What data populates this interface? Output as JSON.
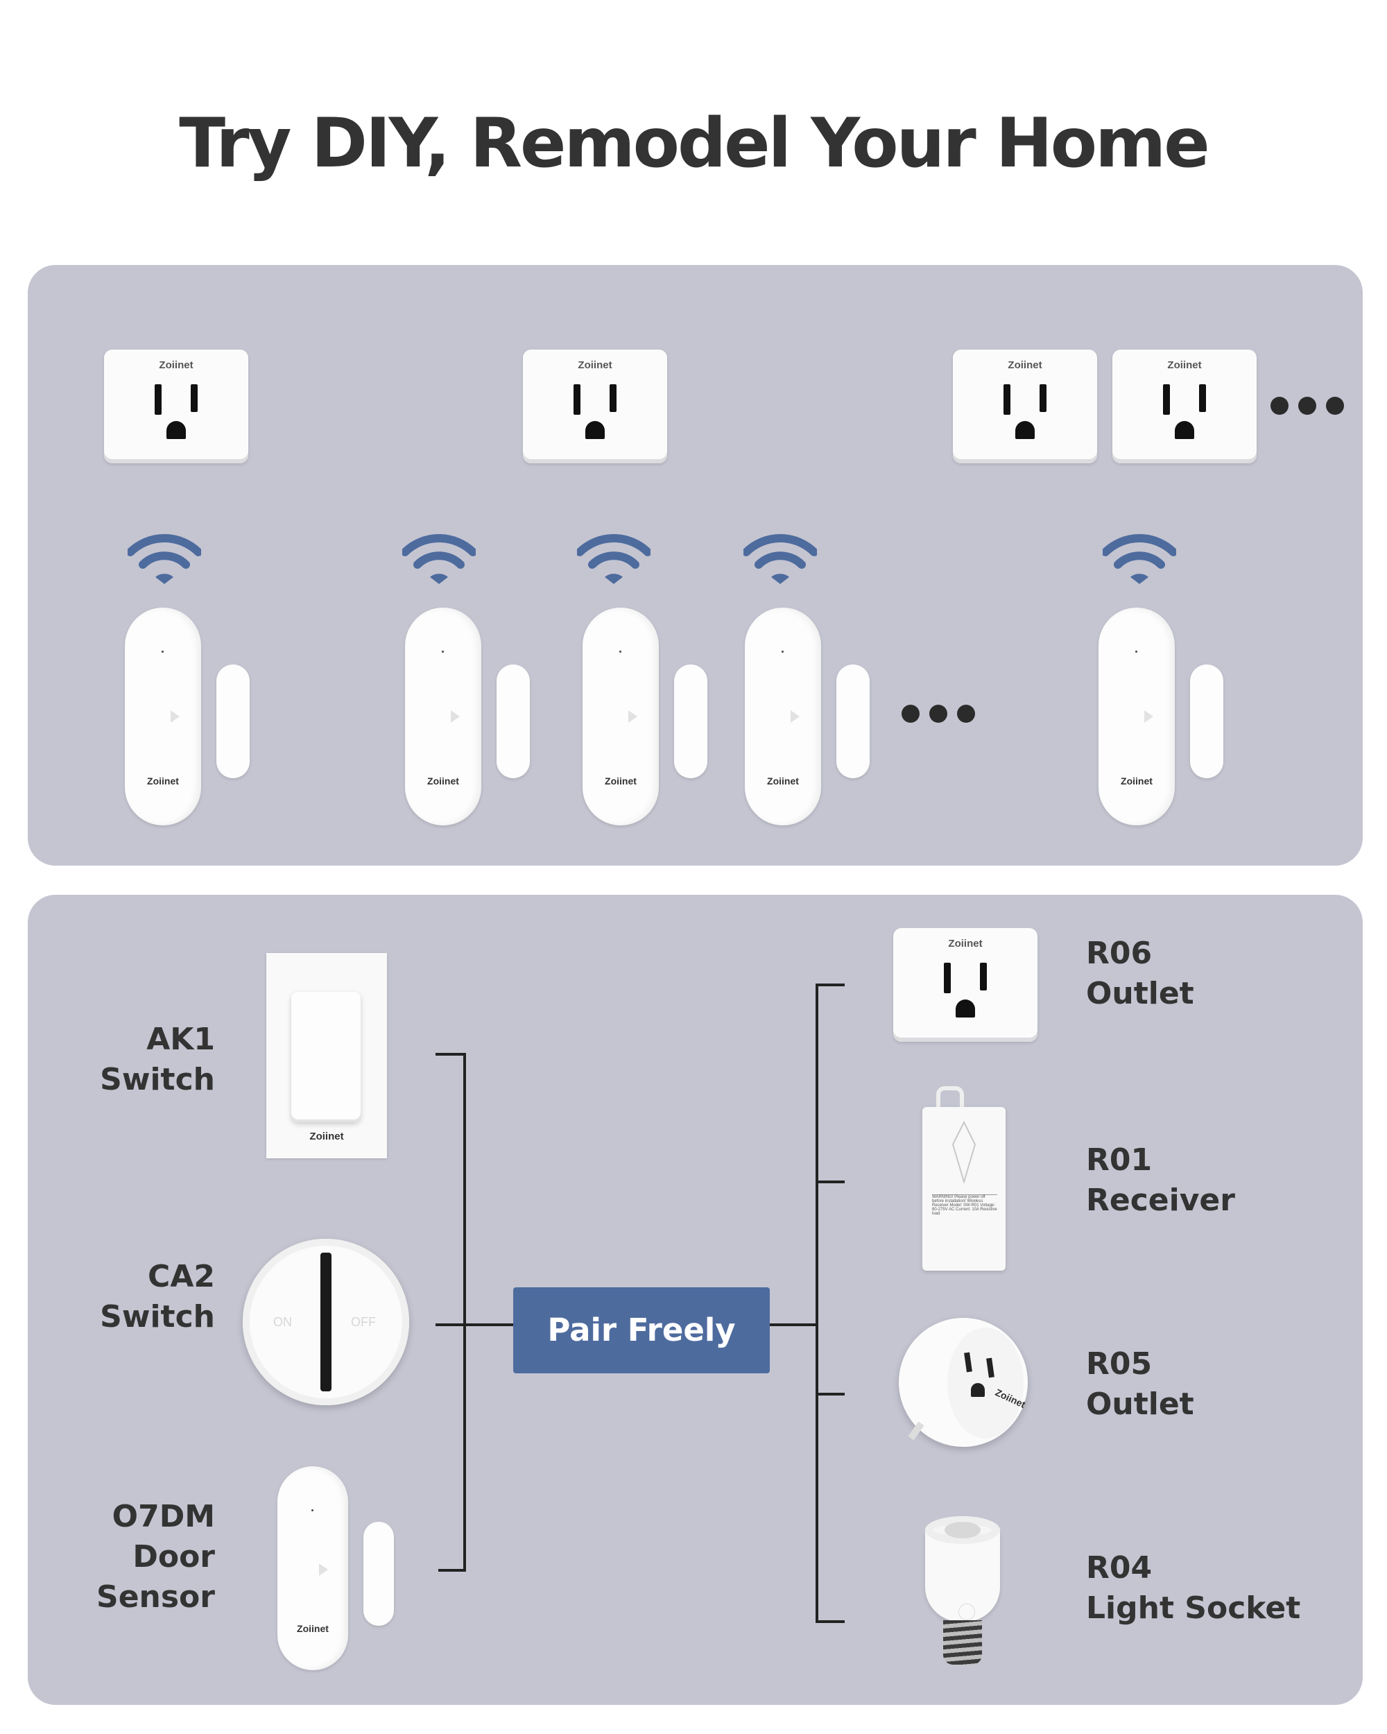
{
  "title": "Try DIY, Remodel Your Home",
  "colors": {
    "panel": "#c4c5d1",
    "accent": "#4e6b9e",
    "wifi": "#4e6b9e",
    "text": "#333333"
  },
  "brand": "Zoiinet",
  "top_panel": {
    "outlet_brand": "Zoiinet",
    "sensor_brand": "Zoiinet",
    "more_indicator": "more-dots"
  },
  "pair_label": "Pair Freely",
  "transmitters": [
    {
      "model": "AK1",
      "name": "Switch",
      "brand": "Zoiinet"
    },
    {
      "model": "CA2",
      "name": "Switch",
      "on_text": "ON",
      "off_text": "OFF"
    },
    {
      "model": "O7DM",
      "name1": "Door",
      "name2": "Sensor",
      "brand": "Zoiinet"
    }
  ],
  "receivers": [
    {
      "model": "R06",
      "name": "Outlet",
      "brand": "Zoiinet"
    },
    {
      "model": "R01",
      "name": "Receiver",
      "fine_print": "WARNING! Please power off before installation! Wireless Receiver Model: SW-R01 Voltage: 80-275V AC Current: 10A Resistive load"
    },
    {
      "model": "R05",
      "name": "Outlet",
      "brand": "Zoiinet"
    },
    {
      "model": "R04",
      "name": "Light Socket"
    }
  ]
}
